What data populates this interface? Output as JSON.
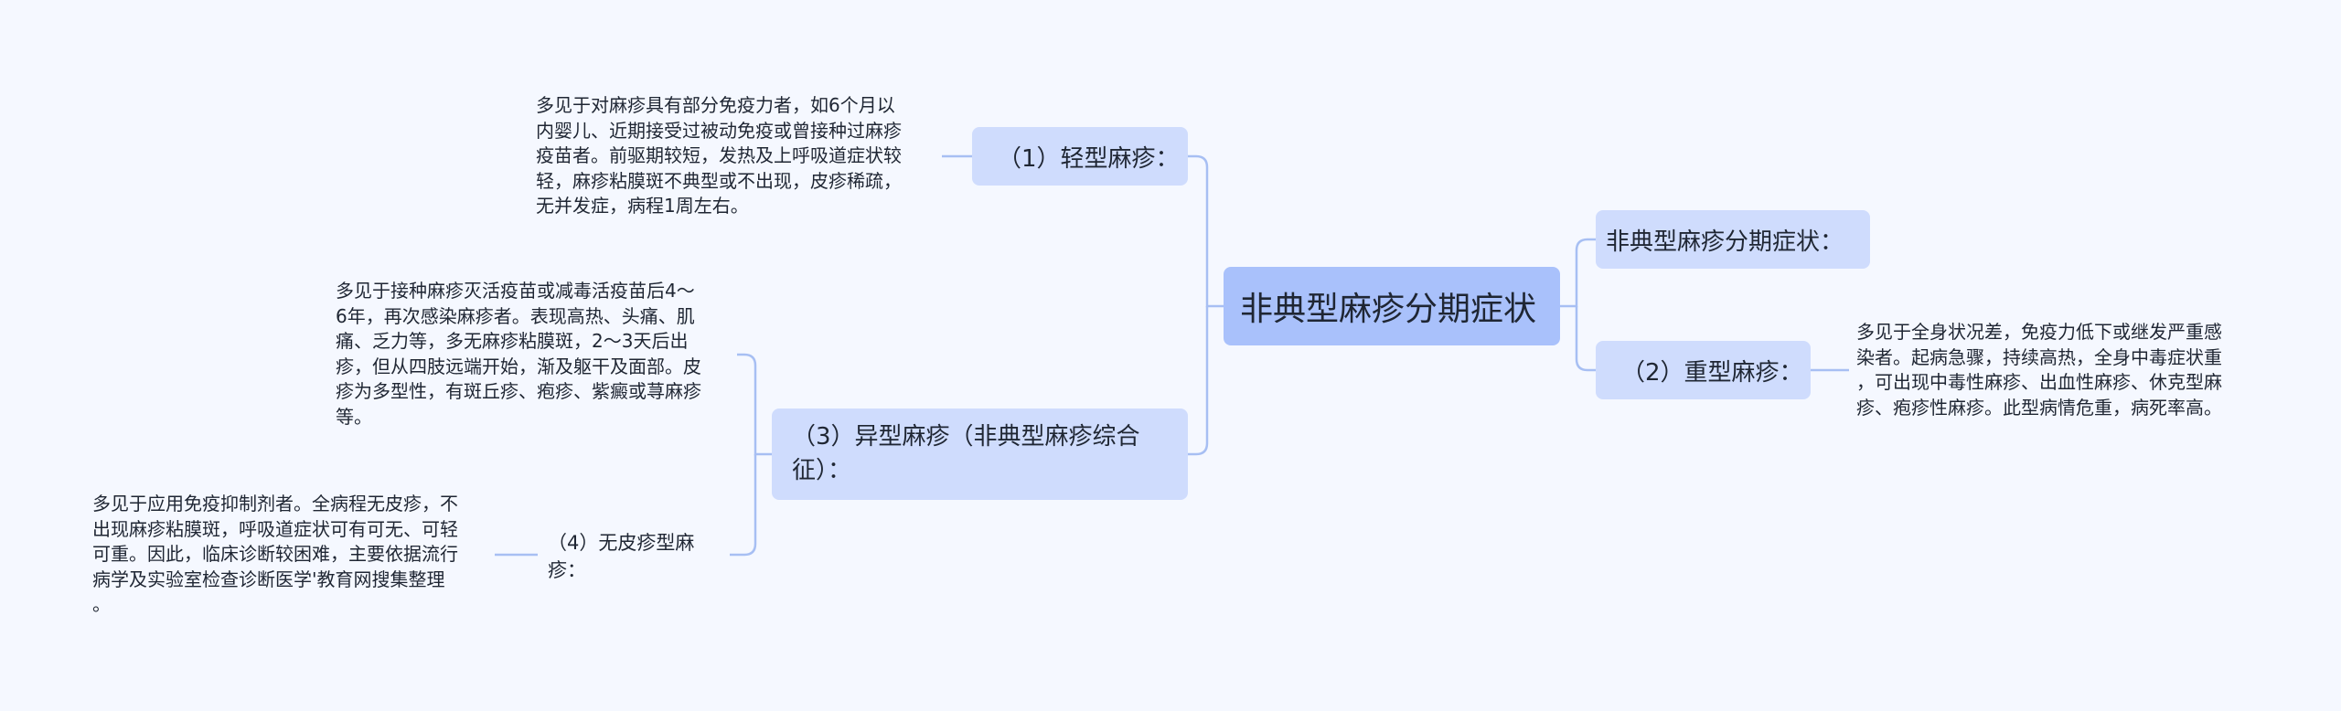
{
  "root": {
    "label": "非典型麻疹分期症状"
  },
  "branches": {
    "mild": {
      "label": "（1）轻型麻疹：",
      "desc": "多见于对麻疹具有部分免疫力者，如6个月以\n内婴儿、近期接受过被动免疫或曾接种过麻疹\n疫苗者。前驱期较短，发热及上呼吸道症状较\n轻，麻疹粘膜斑不典型或不出现，皮疹稀疏，\n无并发症，病程1周左右。"
    },
    "atypical_stage": {
      "label": "非典型麻疹分期症状："
    },
    "severe": {
      "label": "（2）重型麻疹：",
      "desc": "多见于全身状况差，免疫力低下或继发严重感\n染者。起病急骤，持续高热，全身中毒症状重\n，可出现中毒性麻疹、出血性麻疹、休克型麻\n疹、疱疹性麻疹。此型病情危重，病死率高。"
    },
    "abnormal": {
      "label": "（3）异型麻疹（非典型麻疹综合征）：",
      "desc": "多见于接种麻疹灭活疫苗或减毒活疫苗后4～\n6年，再次感染麻疹者。表现高热、头痛、肌\n痛、乏力等，多无麻疹粘膜斑，2～3天后出\n疹，但从四肢远端开始，渐及躯干及面部。皮\n疹为多型性，有斑丘疹、疱疹、紫癜或荨麻疹\n等。"
    },
    "no_rash": {
      "label": "（4）无皮疹型麻疹：",
      "desc": "多见于应用免疫抑制剂者。全病程无皮疹，不\n出现麻疹粘膜斑，呼吸道症状可有可无、可轻\n可重。因此，临床诊断较困难，主要依据流行\n病学及实验室检查诊断医学'教育网搜集整理\n。"
    }
  },
  "colors": {
    "background": "#f5f8ff",
    "root_fill": "#a9c1fb",
    "node_fill": "#cfdcfd",
    "connector": "#a7bff3"
  }
}
